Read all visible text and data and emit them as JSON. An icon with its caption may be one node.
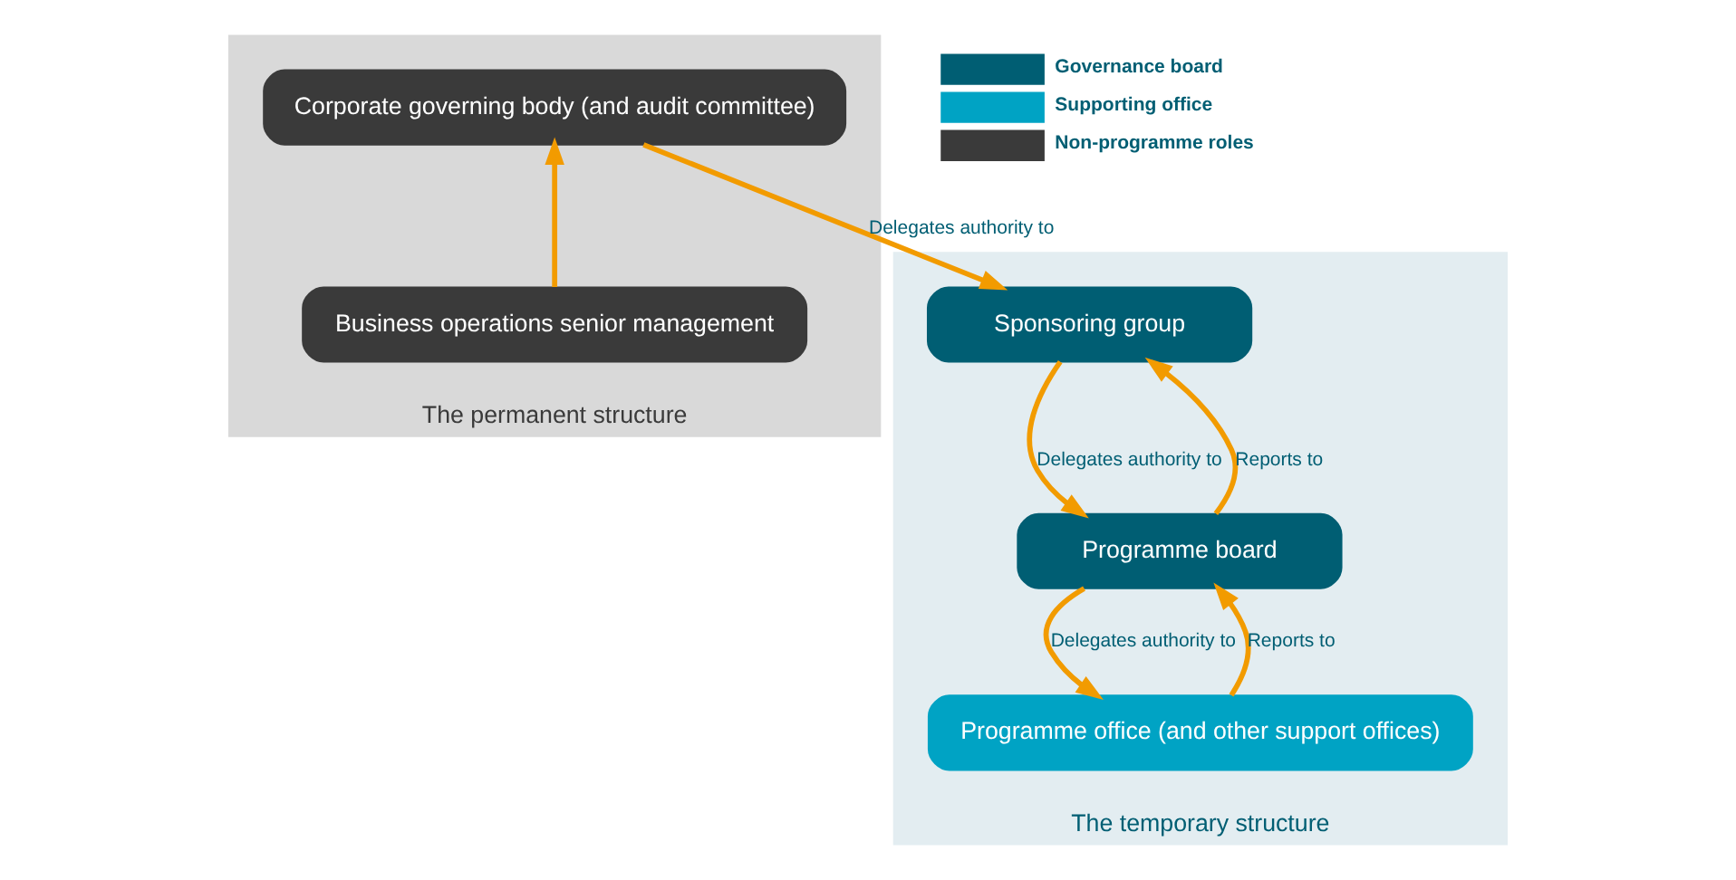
{
  "diagram": {
    "nodes": [
      {
        "text": [
          "The permanent structure"
        ]
      },
      {
        "text": [
          "Corporate governing body (and audit committee)"
        ],
        "in": 0
      },
      {
        "text": [
          "Business operations senior management"
        ],
        "in": 0
      },
      {
        "text": [
          "The temporary structure"
        ]
      },
      {
        "text": [
          "Sponsoring group"
        ],
        "in": 3
      },
      {
        "text": [
          "Programme board"
        ],
        "in": 3
      },
      {
        "text": [
          "Programme office (and other support offices)"
        ],
        "in": 3
      }
    ],
    "edges": [
      {
        "from": 2,
        "to": 1,
        "arrow": "to"
      },
      {
        "from": 1,
        "to": 4,
        "arrow": "to",
        "label": "Delegates authority to"
      },
      {
        "from": 4,
        "to": 5,
        "arrow": "to",
        "label": "Delegates authority to"
      },
      {
        "from": 5,
        "to": 4,
        "arrow": "to",
        "label": "Reports to"
      },
      {
        "from": 5,
        "to": 6,
        "arrow": "to",
        "label": "Delegates authority to"
      },
      {
        "from": 6,
        "to": 5,
        "arrow": "to",
        "label": "Reports to"
      }
    ],
    "legend": [
      {
        "text": "Governance board",
        "color": "#005e73"
      },
      {
        "text": "Supporting office",
        "color": "#00a3c4"
      },
      {
        "text": "Non-programme roles",
        "color": "#3a3a3a"
      }
    ]
  }
}
